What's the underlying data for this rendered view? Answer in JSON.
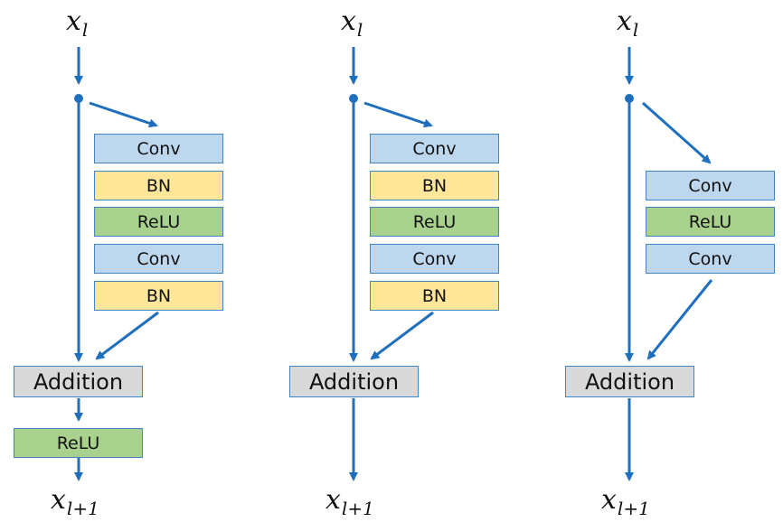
{
  "colors": {
    "arrow": "#1f6fbf",
    "border": "#3f86c5",
    "conv": "#bdd7ee",
    "bn": "#ffe699",
    "relu": "#a9d18e",
    "addition": "#d9d9d9"
  },
  "diagrams": [
    {
      "input": {
        "main": "x",
        "sub": "l"
      },
      "output": {
        "main": "x",
        "sub": "l+1"
      },
      "layers": [
        "Conv",
        "BN",
        "ReLU",
        "Conv",
        "BN"
      ],
      "merge": "Addition",
      "post": "ReLU"
    },
    {
      "input": {
        "main": "x",
        "sub": "l"
      },
      "output": {
        "main": "x",
        "sub": "l+1"
      },
      "layers": [
        "Conv",
        "BN",
        "ReLU",
        "Conv",
        "BN"
      ],
      "merge": "Addition"
    },
    {
      "input": {
        "main": "x",
        "sub": "l"
      },
      "output": {
        "main": "x",
        "sub": "l+1"
      },
      "layers": [
        "Conv",
        "ReLU",
        "Conv"
      ],
      "merge": "Addition"
    }
  ]
}
